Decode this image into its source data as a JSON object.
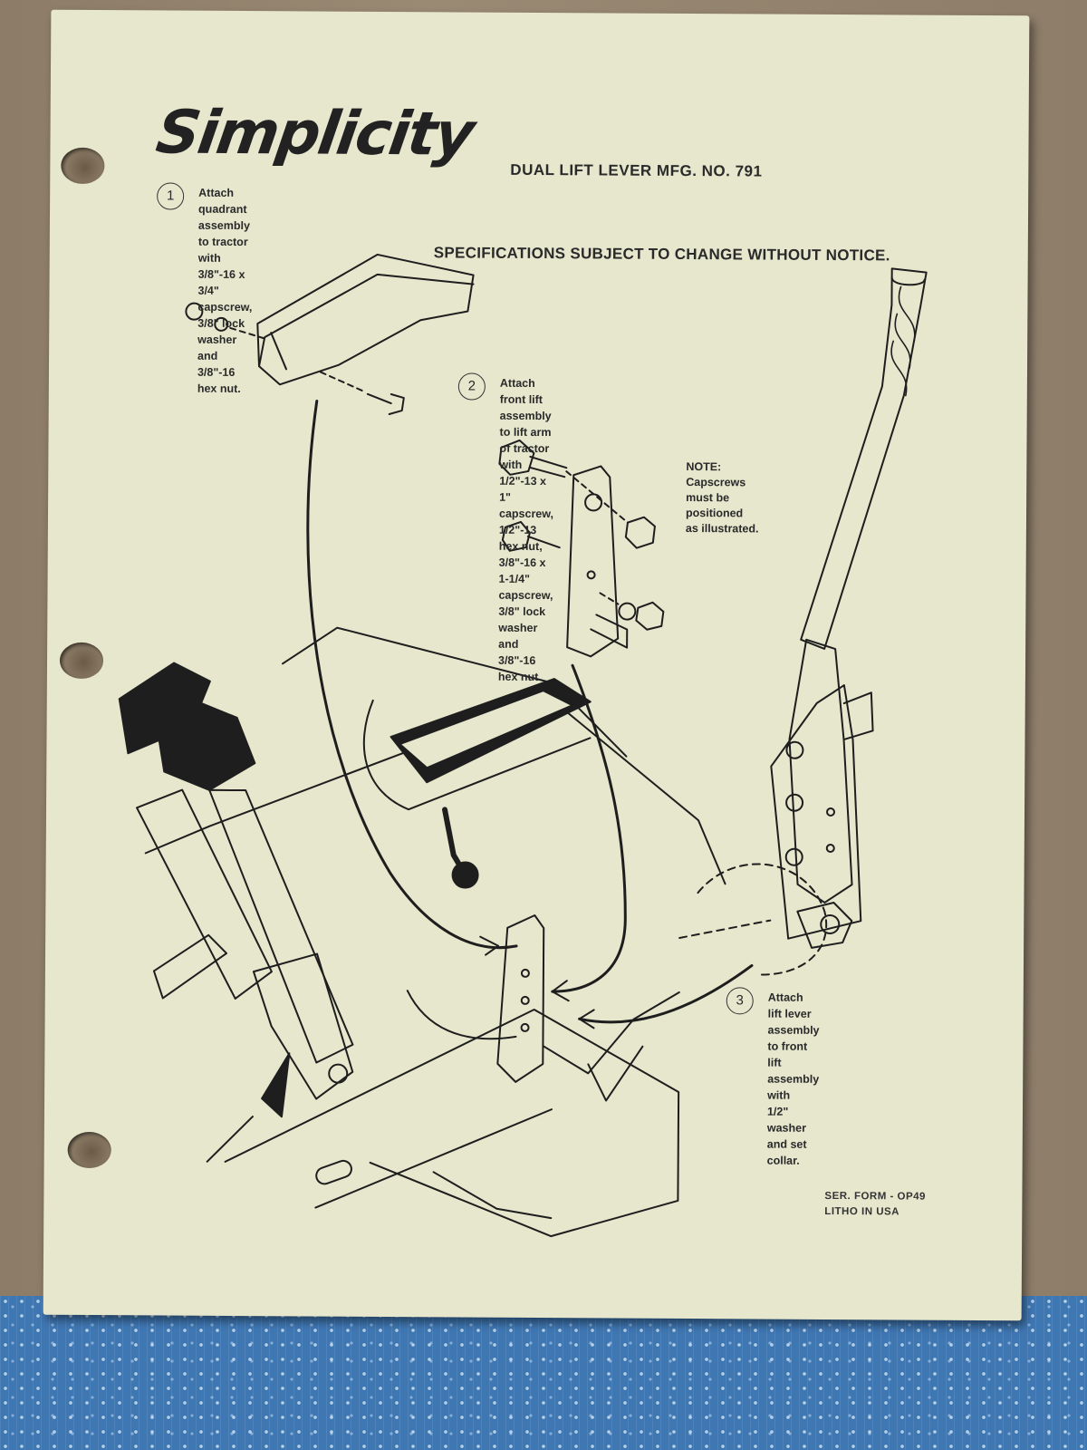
{
  "brand": "Simplicity",
  "document_title": "DUAL LIFT LEVER MFG. NO. 791",
  "notice": "SPECIFICATIONS SUBJECT TO CHANGE WITHOUT NOTICE.",
  "steps": [
    {
      "number": "1",
      "text": "Attach quadrant assembly to tractor with 3/8\"-16 x 3/4\" capscrew,\n3/8\" lock washer and 3/8\"-16 hex nut."
    },
    {
      "number": "2",
      "text": "Attach front lift assembly to lift arm of tractor with\n1/2\"-13 x 1\" capscrew, 1/2\"-13 hex nut, 3/8\"-16 x 1-1/4\"\ncapscrew, 3/8\" lock washer and 3/8\"-16 hex nut."
    },
    {
      "number": "3",
      "text": "Attach lift lever assembly\nto front lift assembly with\n1/2\" washer and set collar."
    }
  ],
  "note": {
    "heading": "NOTE:",
    "text": "Capscrews\nmust be\npositioned\nas illustrated."
  },
  "footer": {
    "form": "SER. FORM - OP49",
    "litho": "LITHO IN USA"
  }
}
